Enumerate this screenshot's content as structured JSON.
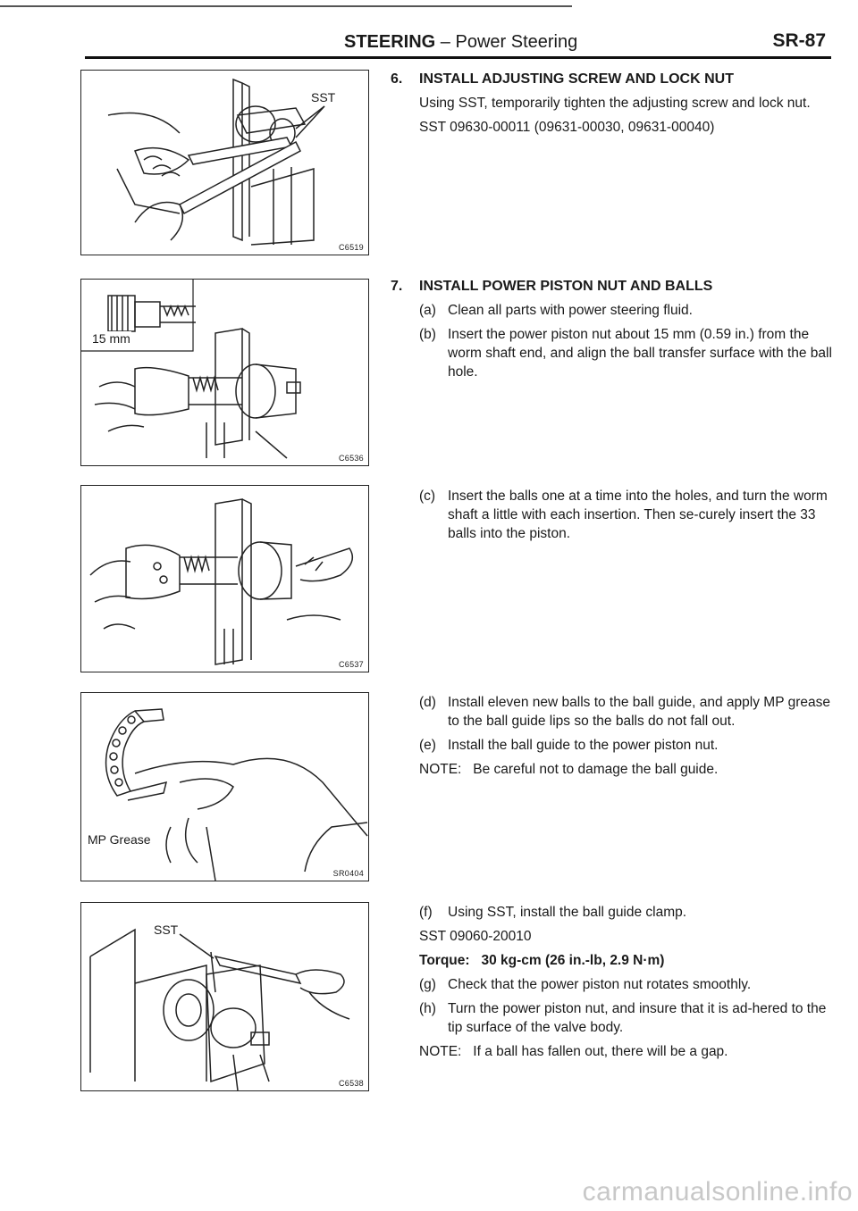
{
  "header": {
    "section": "STEERING",
    "separator": " – ",
    "subsection": "Power Steering",
    "page": "SR-87"
  },
  "figures": [
    {
      "code": "C6519",
      "callout": "SST"
    },
    {
      "code": "C6536",
      "callout": "15 mm"
    },
    {
      "code": "C6537",
      "callout": ""
    },
    {
      "code": "SR0404",
      "callout": "MP Grease"
    },
    {
      "code": "C6538",
      "callout": "SST"
    }
  ],
  "step6": {
    "num": "6.",
    "title": "INSTALL ADJUSTING SCREW AND LOCK NUT",
    "text": "Using SST, temporarily tighten the adjusting screw and lock nut.",
    "sst": "SST 09630-00011 (09631-00030, 09631-00040)"
  },
  "step7": {
    "num": "7.",
    "title": "INSTALL POWER PISTON NUT AND BALLS",
    "items": [
      {
        "label": "(a)",
        "text": "Clean all parts with power steering fluid."
      },
      {
        "label": "(b)",
        "text": "Insert the power piston nut about 15 mm (0.59 in.) from the worm shaft end, and align the ball transfer surface with the ball hole."
      },
      {
        "label": "(c)",
        "text": "Insert the balls one at a time into the holes, and turn the worm shaft a little with each insertion. Then se-curely insert the 33 balls into the piston."
      },
      {
        "label": "(d)",
        "text": "Install eleven new balls to the ball guide, and apply MP grease to the ball guide lips so the balls do not fall out."
      },
      {
        "label": "(e)",
        "text": "Install the ball guide to the power piston nut."
      },
      {
        "label": "(f)",
        "text": "Using SST, install the ball guide clamp."
      },
      {
        "label": "(g)",
        "text": "Check that the power piston nut rotates smoothly."
      },
      {
        "label": "(h)",
        "text": "Turn the power piston nut, and insure that it is ad-hered to the tip surface of the valve body."
      }
    ],
    "note1": "NOTE:   Be careful not to damage the ball guide.",
    "sst": "SST 09060-20010",
    "torque_label": "Torque:",
    "torque_value": "30 kg-cm (26 in.-lb, 2.9 N·m)",
    "note2": "NOTE:   If a ball has fallen out, there will be a gap."
  },
  "watermark": "carmanualsonline.info"
}
